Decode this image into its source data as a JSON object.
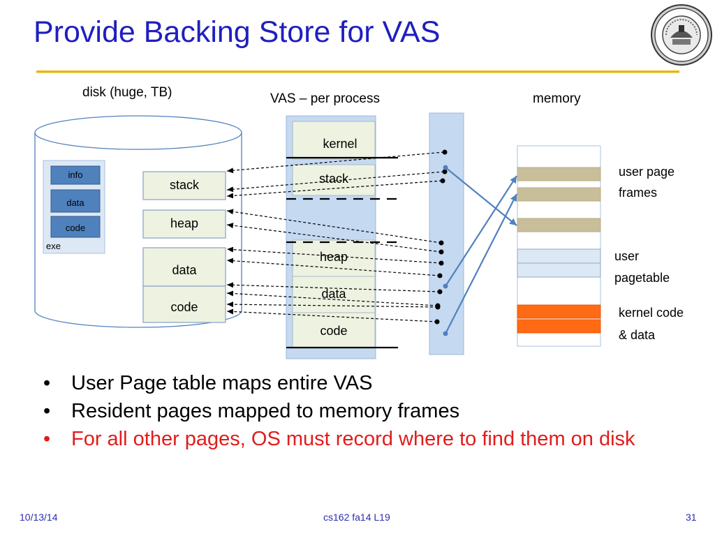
{
  "slide": {
    "title": "Provide Backing Store for VAS",
    "labels": {
      "disk": "disk (huge, TB)",
      "vas": "VAS – per process",
      "memory": "memory",
      "user_page_frames_1": "user page",
      "user_page_frames_2": "frames",
      "user_pagetable_1": "user",
      "user_pagetable_2": "pagetable",
      "kernel_code_data_1": "kernel code",
      "kernel_code_data_2": "& data"
    },
    "exe_file": {
      "label": "exe",
      "sections": [
        "info",
        "data",
        "code"
      ]
    },
    "disk_segments": [
      "stack",
      "heap",
      "data",
      "code"
    ],
    "vas_segments": [
      "kernel",
      "stack",
      "heap",
      "data",
      "code"
    ],
    "bullets": [
      {
        "text": "User Page table maps entire VAS",
        "highlight": false
      },
      {
        "text": "Resident pages mapped to memory frames",
        "highlight": false
      },
      {
        "text": "For all other pages, OS must record where to find them on disk",
        "highlight": true
      }
    ],
    "footer": {
      "date": "10/13/14",
      "course": "cs162 fa14 L19",
      "page": "31"
    },
    "colors": {
      "title": "#1f1fbf",
      "accent_rule": "#e8b713",
      "highlight_text": "#e31b1b",
      "user_frame": "#c8bf9a",
      "pagetable": "#dde8f5",
      "kernel_frame": "#ff6a14",
      "pagetable_column": "#c5d9f1",
      "segment_fill": "#eef3e1"
    },
    "icons": {
      "logo": "university-seal-icon"
    }
  }
}
